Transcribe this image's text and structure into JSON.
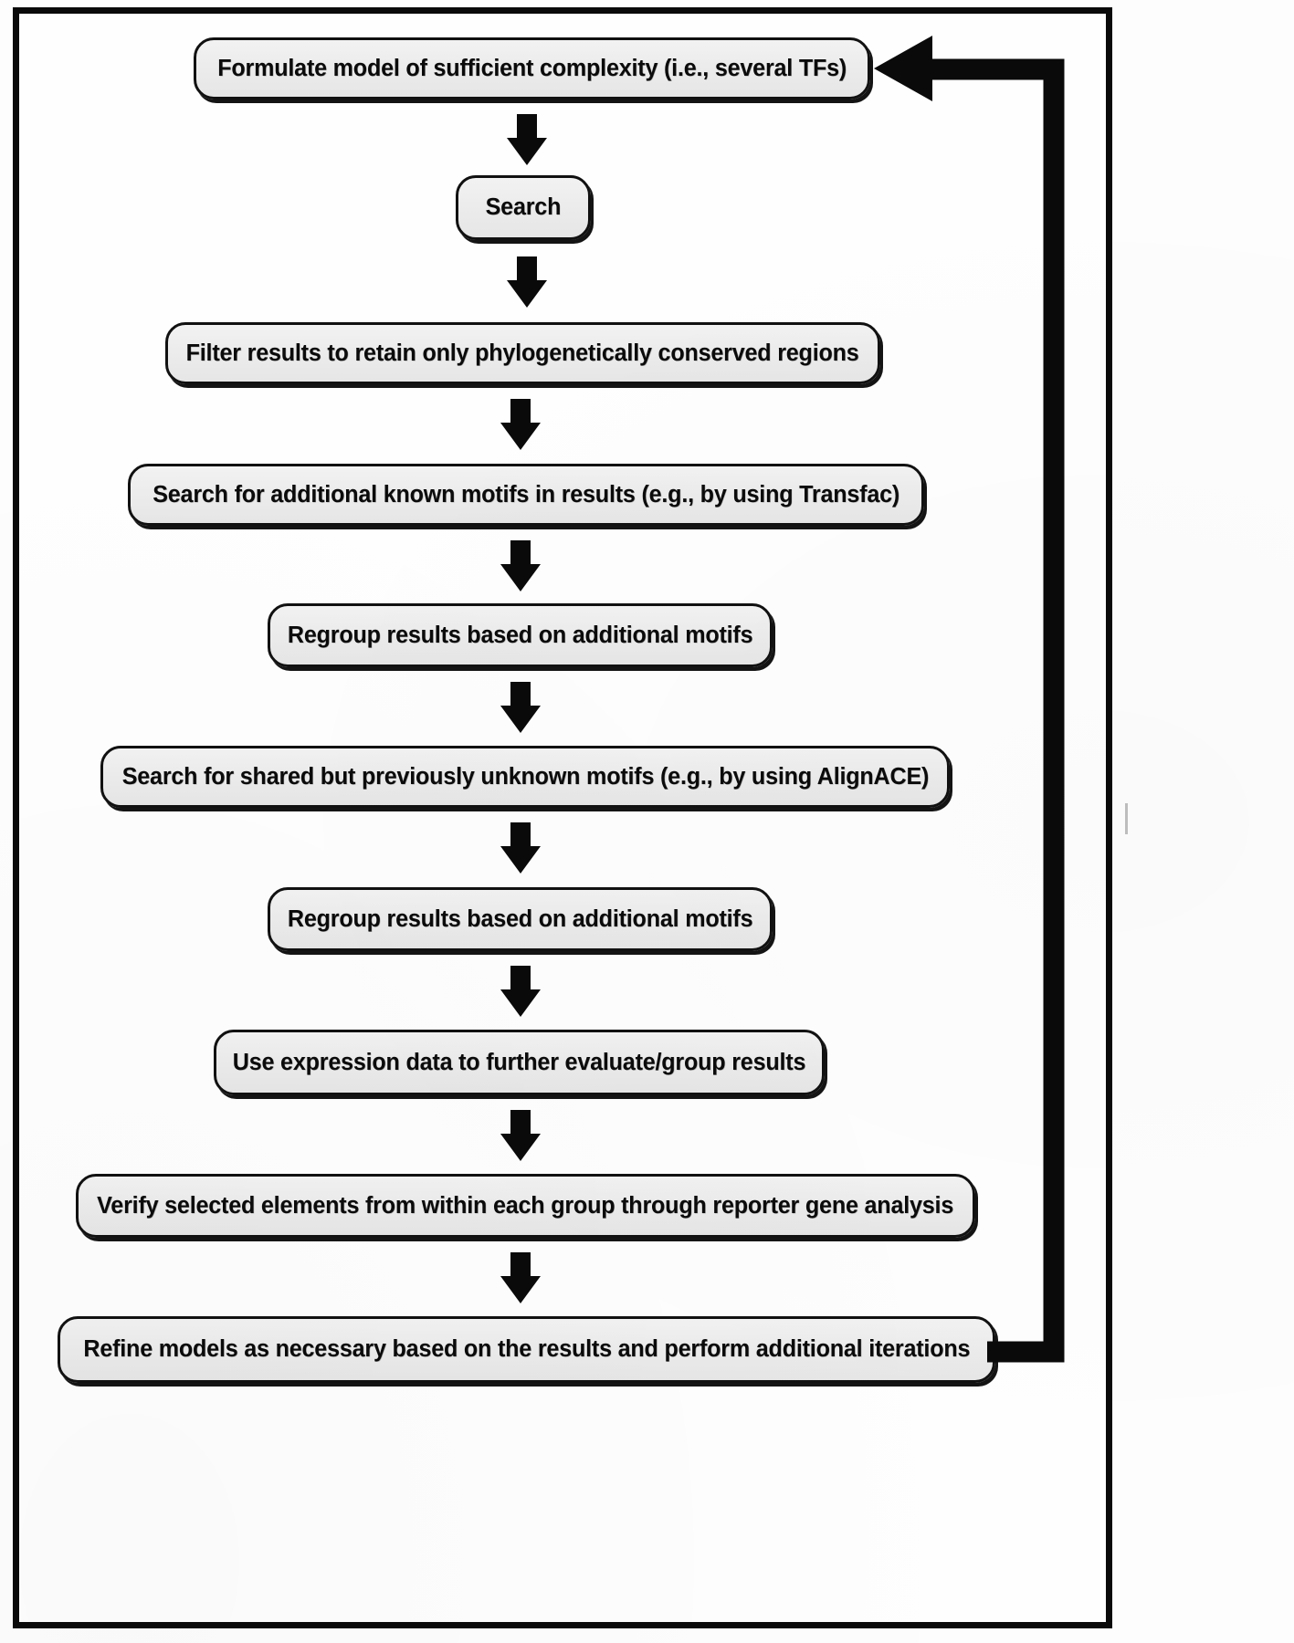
{
  "figure": {
    "type": "flowchart",
    "orientation": "vertical",
    "frame": {
      "border_color": "#0a0a0a",
      "background": "#fefefe"
    },
    "node_style": {
      "fill": "#ececec",
      "border_color": "#111111",
      "shape": "rounded-rectangle",
      "shadow": "drop-shadow"
    },
    "arrow_color": "#0a0a0a"
  },
  "nodes": [
    {
      "id": "formulate-model",
      "label": "Formulate model of sufficient complexity (i.e., several TFs)"
    },
    {
      "id": "search",
      "label": "Search"
    },
    {
      "id": "filter-conserved",
      "label": "Filter results to retain only phylogenetically conserved regions"
    },
    {
      "id": "search-known-motifs",
      "label": "Search for additional known motifs in results (e.g., by using Transfac)"
    },
    {
      "id": "regroup-1",
      "label": "Regroup results based on additional motifs"
    },
    {
      "id": "search-unknown-motifs",
      "label": "Search for shared but previously unknown motifs (e.g., by using AlignACE)"
    },
    {
      "id": "regroup-2",
      "label": "Regroup results based on additional motifs"
    },
    {
      "id": "expression-data",
      "label": "Use expression data to further evaluate/group results"
    },
    {
      "id": "verify-reporter",
      "label": "Verify selected elements from within each group through reporter gene analysis"
    },
    {
      "id": "refine-models",
      "label": "Refine models as necessary based on the results and perform additional iterations"
    }
  ],
  "edges": [
    {
      "from": "formulate-model",
      "to": "search",
      "kind": "arrow-down"
    },
    {
      "from": "search",
      "to": "filter-conserved",
      "kind": "arrow-down"
    },
    {
      "from": "filter-conserved",
      "to": "search-known-motifs",
      "kind": "arrow-down"
    },
    {
      "from": "search-known-motifs",
      "to": "regroup-1",
      "kind": "arrow-down"
    },
    {
      "from": "regroup-1",
      "to": "search-unknown-motifs",
      "kind": "arrow-down"
    },
    {
      "from": "search-unknown-motifs",
      "to": "regroup-2",
      "kind": "arrow-down"
    },
    {
      "from": "regroup-2",
      "to": "expression-data",
      "kind": "arrow-down"
    },
    {
      "from": "expression-data",
      "to": "verify-reporter",
      "kind": "arrow-down"
    },
    {
      "from": "verify-reporter",
      "to": "refine-models",
      "kind": "arrow-down"
    },
    {
      "from": "refine-models",
      "to": "formulate-model",
      "kind": "feedback-loop-right"
    }
  ]
}
